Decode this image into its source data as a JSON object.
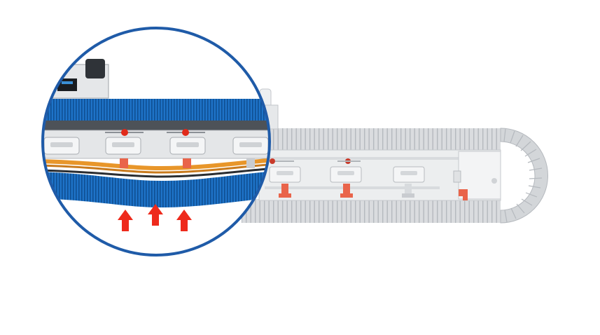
{
  "illustration": {
    "subject": "cable-chain-with-magnified-detail",
    "labels": []
  },
  "colors": {
    "background": "#ffffff",
    "chain_grey": "#d6d8db",
    "chain_dark": "#a9adb2",
    "rail_grey": "#eceeef",
    "magnifier_ring": "#1f5ba8",
    "brush_blue": "#1e73c8",
    "brush_dark": "#0f4f93",
    "cable_orange": "#e8962a",
    "clamp_red": "#e9644a",
    "arrow_red": "#ee2a1c",
    "clip_white": "#f4f5f6"
  },
  "icons": {
    "arrow": "arrow-up-icon",
    "clamp": "clamp-icon",
    "clip": "cable-clip-icon"
  },
  "arrows": {
    "count": 3,
    "direction": "up"
  },
  "chain": {
    "clip_count": 3,
    "clamp_count": 3
  },
  "magnifier": {
    "clip_count": 4,
    "marker_count": 2
  }
}
